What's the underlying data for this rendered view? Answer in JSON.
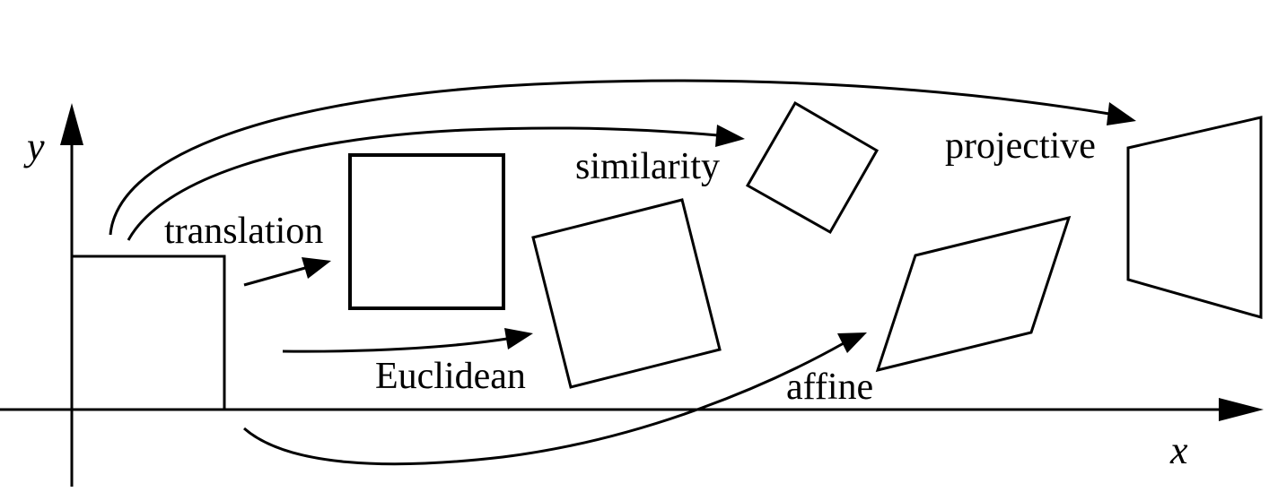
{
  "axes": {
    "x_label": "x",
    "y_label": "y"
  },
  "transformations": [
    {
      "id": "translation",
      "label": "translation"
    },
    {
      "id": "euclidean",
      "label": "Euclidean"
    },
    {
      "id": "similarity",
      "label": "similarity"
    },
    {
      "id": "affine",
      "label": "affine"
    },
    {
      "id": "projective",
      "label": "projective"
    }
  ],
  "colors": {
    "stroke": "#000000",
    "background": "#ffffff"
  }
}
